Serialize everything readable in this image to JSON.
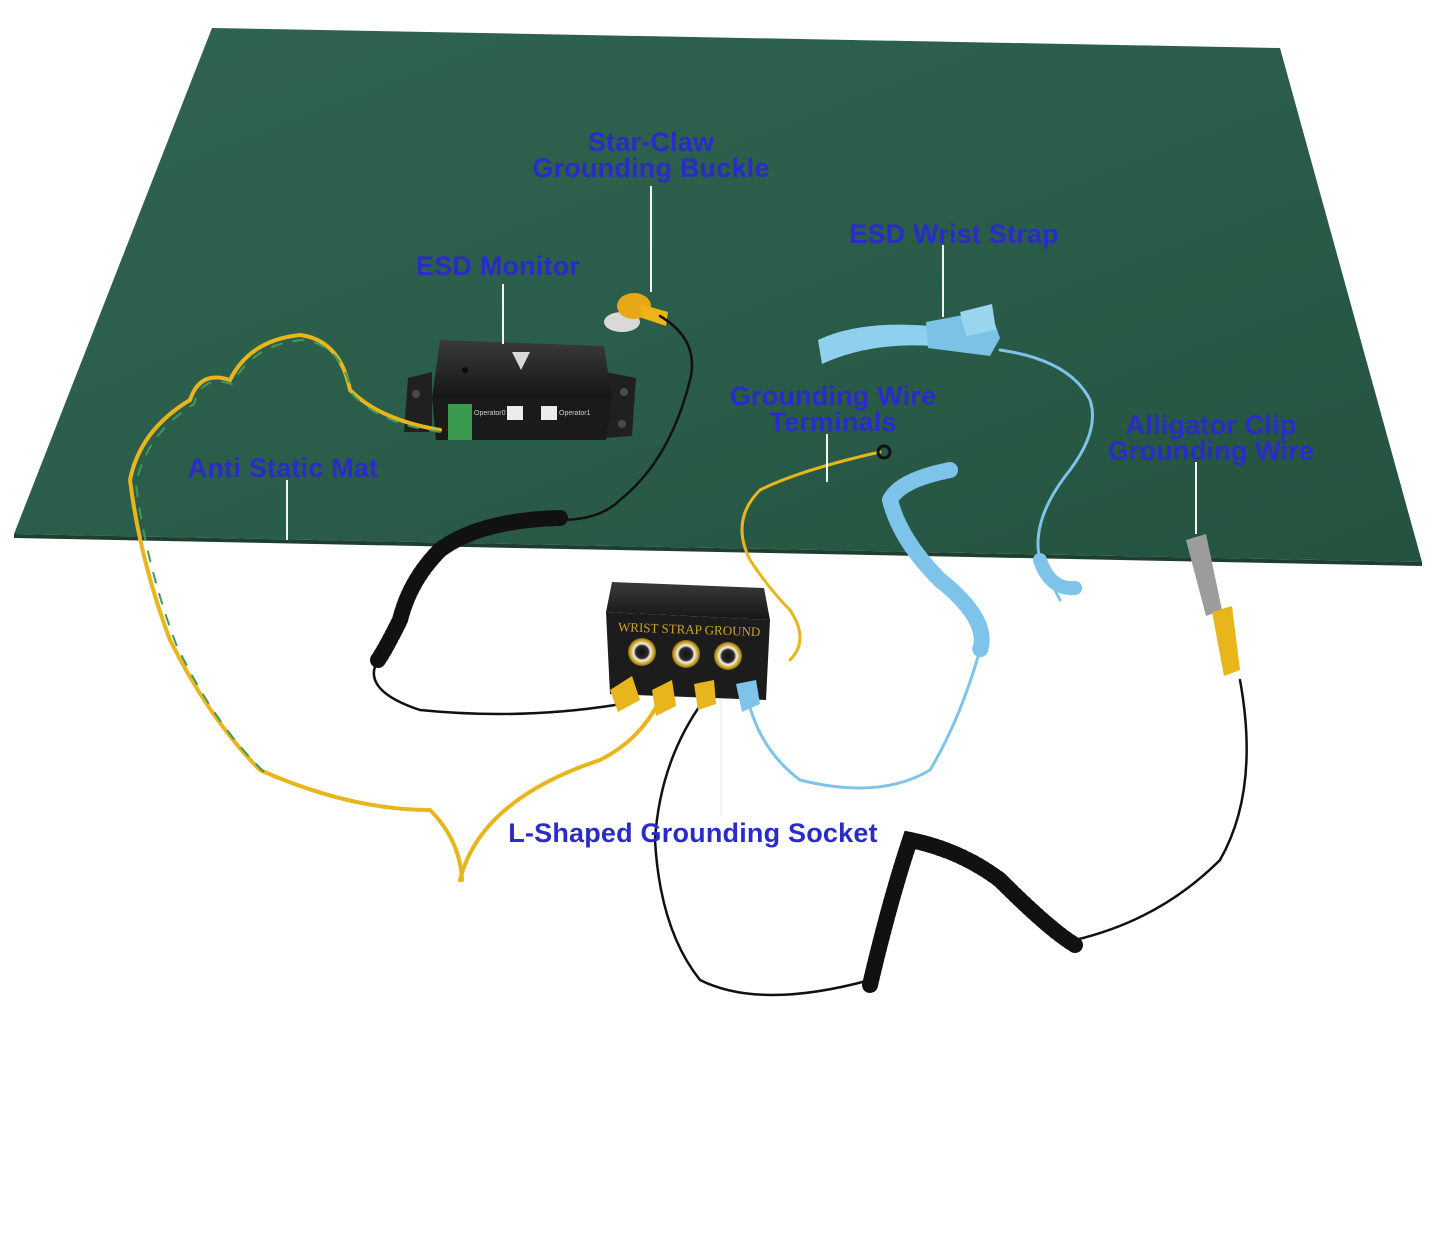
{
  "labels": {
    "star_claw": {
      "line1": "Star-Claw",
      "line2": "Grounding Buckle"
    },
    "esd_monitor": "ESD Monitor",
    "esd_wrist_strap": "ESD Wrist Strap",
    "grounding_wire_terminals": {
      "line1": "Grounding Wire",
      "line2": "Terminals"
    },
    "alligator_clip": {
      "line1": "Alligator Clip",
      "line2": "Grounding Wire"
    },
    "anti_static_mat": "Anti Static Mat",
    "l_shaped_socket": "L-Shaped Grounding Socket"
  },
  "box_text": {
    "ground_box": "WRIST STRAP GROUND",
    "monitor_port1": "Operator0",
    "monitor_port2": "Operator1"
  },
  "colors": {
    "label_blue": "#2a2bc8",
    "mat_green": "#2c5e4b",
    "cord_blue": "#7ec4ea",
    "wire_yellow": "#e8b51c",
    "wire_green": "#3f9a5a",
    "box_black": "#1c1c1c"
  }
}
